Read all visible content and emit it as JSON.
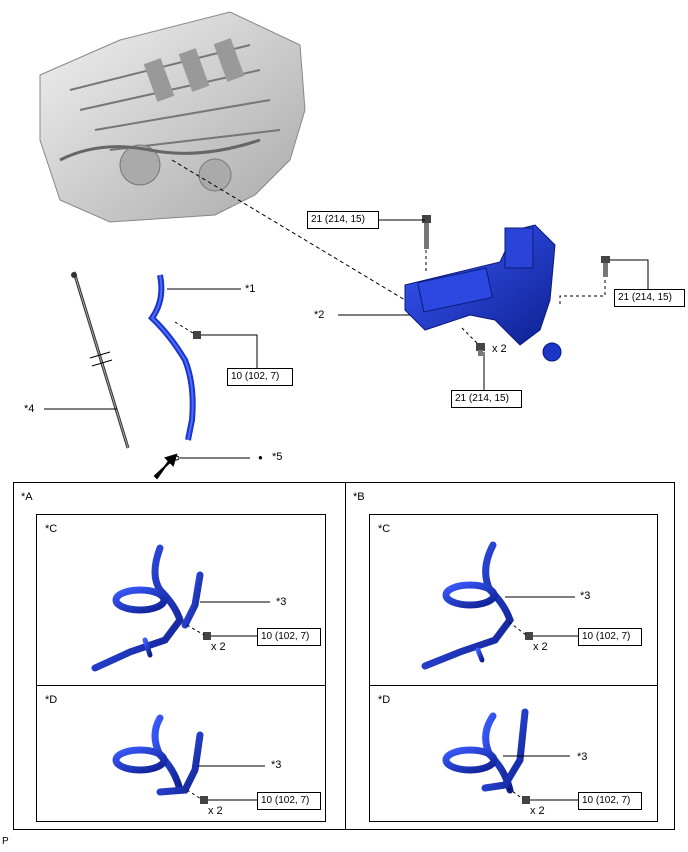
{
  "labels": {
    "p1": "*1",
    "p2": "*2",
    "p3": "*3",
    "p4": "*4",
    "p5": "*5",
    "view_a": "*A",
    "view_b": "*B",
    "view_c": "*C",
    "view_d": "*D",
    "bullet": "●"
  },
  "torque": {
    "t21": "21 (214, 15)",
    "t10": "10 (102, 7)"
  },
  "qty": {
    "x2": "x 2"
  },
  "footer_code": "P",
  "colors": {
    "part_blue": "#1a35c8",
    "part_dark": "#0b1a7a",
    "engine_gray": "#bdbdbd",
    "line": "#000000"
  }
}
